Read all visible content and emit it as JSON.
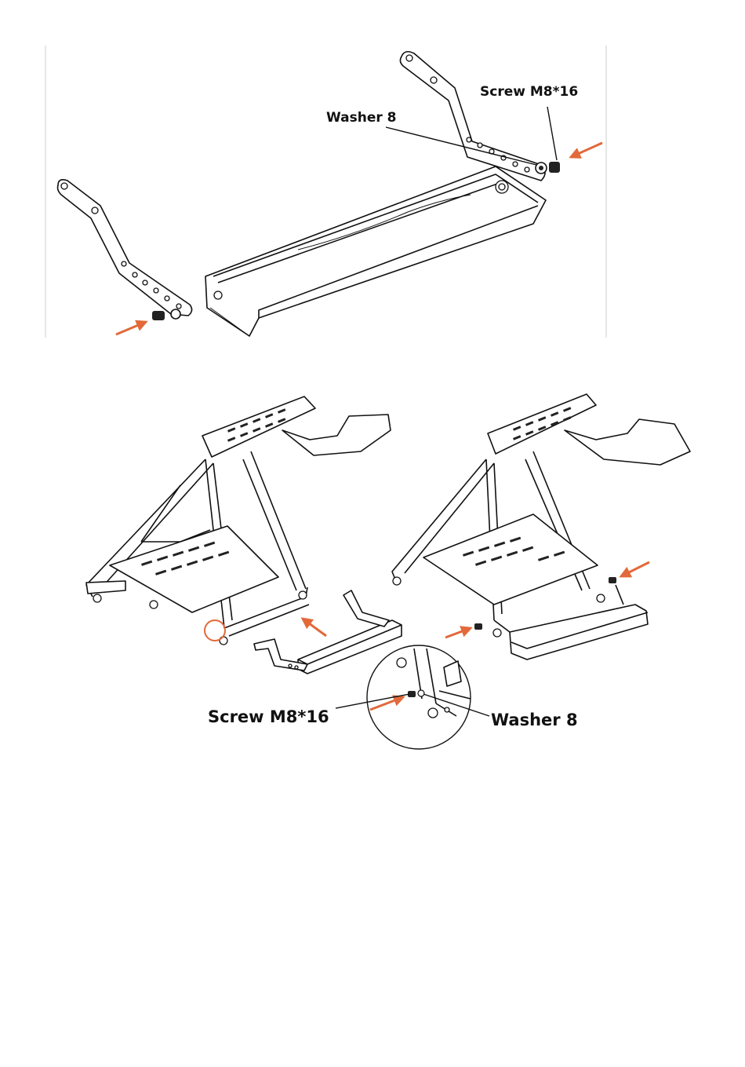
{
  "figure_top": {
    "screw_label": "Screw M8*16",
    "washer_label": "Washer 8"
  },
  "figure_bottom": {
    "screw_label": "Screw M8*16",
    "washer_label": "Washer 8"
  },
  "colors": {
    "arrow": "#E2693A",
    "line": "#111111",
    "panel_border": "#cccccc"
  },
  "icons": [
    "arrow-icon",
    "screw-icon",
    "washer-icon",
    "highlight-circle-icon",
    "detail-zoom-circle"
  ]
}
